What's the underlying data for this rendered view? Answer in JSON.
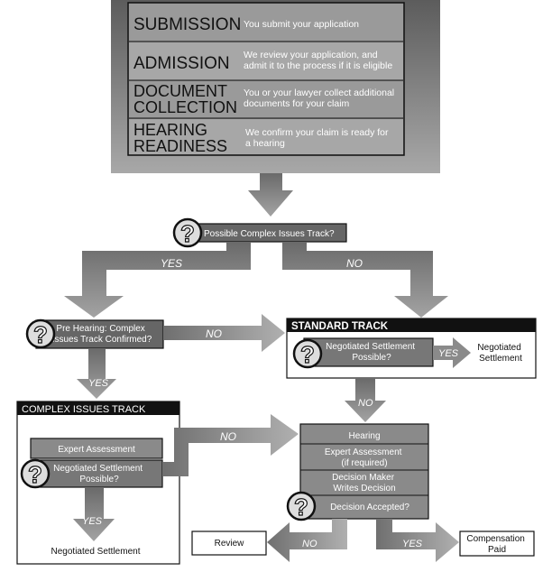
{
  "stages": [
    {
      "name": "SUBMISSION",
      "description": "You submit your application"
    },
    {
      "name": "ADMISSION",
      "description": "We review your application, and admit it to the process if it is eligible"
    },
    {
      "name": "DOCUMENT COLLECTION",
      "description": "You or your lawyer collect additional documents for your claim"
    },
    {
      "name": "HEARING READINESS",
      "description": "We confirm your claim is ready for a hearing"
    }
  ],
  "decision_top": "Possible Complex Issues Track?",
  "branch_labels": {
    "top_yes": "YES",
    "top_no": "NO",
    "prehearing_no": "NO",
    "prehearing_yes": "YES",
    "standard_yes": "YES",
    "standard_no": "NO",
    "complex_no": "NO",
    "complex_yes": "YES",
    "accepted_no": "NO",
    "accepted_yes": "YES"
  },
  "prehearing_decision": "Pre Hearing: Complex Issues Track Confirmed?",
  "standard_track": {
    "title": "STANDARD TRACK",
    "decision": "Negotiated Settlement Possible?",
    "outcome": "Negotiated Settlement"
  },
  "complex_track": {
    "title": "COMPLEX ISSUES TRACK",
    "assessment": "Expert Assessment",
    "decision": "Negotiated Settlement Possible?",
    "outcome": "Negotiated Settlement"
  },
  "hearing_box": {
    "rows": [
      "Hearing",
      "Expert Assessment (if required)",
      "Decision Maker Writes Decision",
      "Decision Accepted?"
    ]
  },
  "outcomes": {
    "review": "Review",
    "compensation": "Compensation Paid"
  },
  "question_mark": "?",
  "colors": {
    "frame": "#6e6e6e",
    "arrow": "#8a8a8a",
    "box": "#9d9d9d",
    "title_bar": "#111111"
  }
}
